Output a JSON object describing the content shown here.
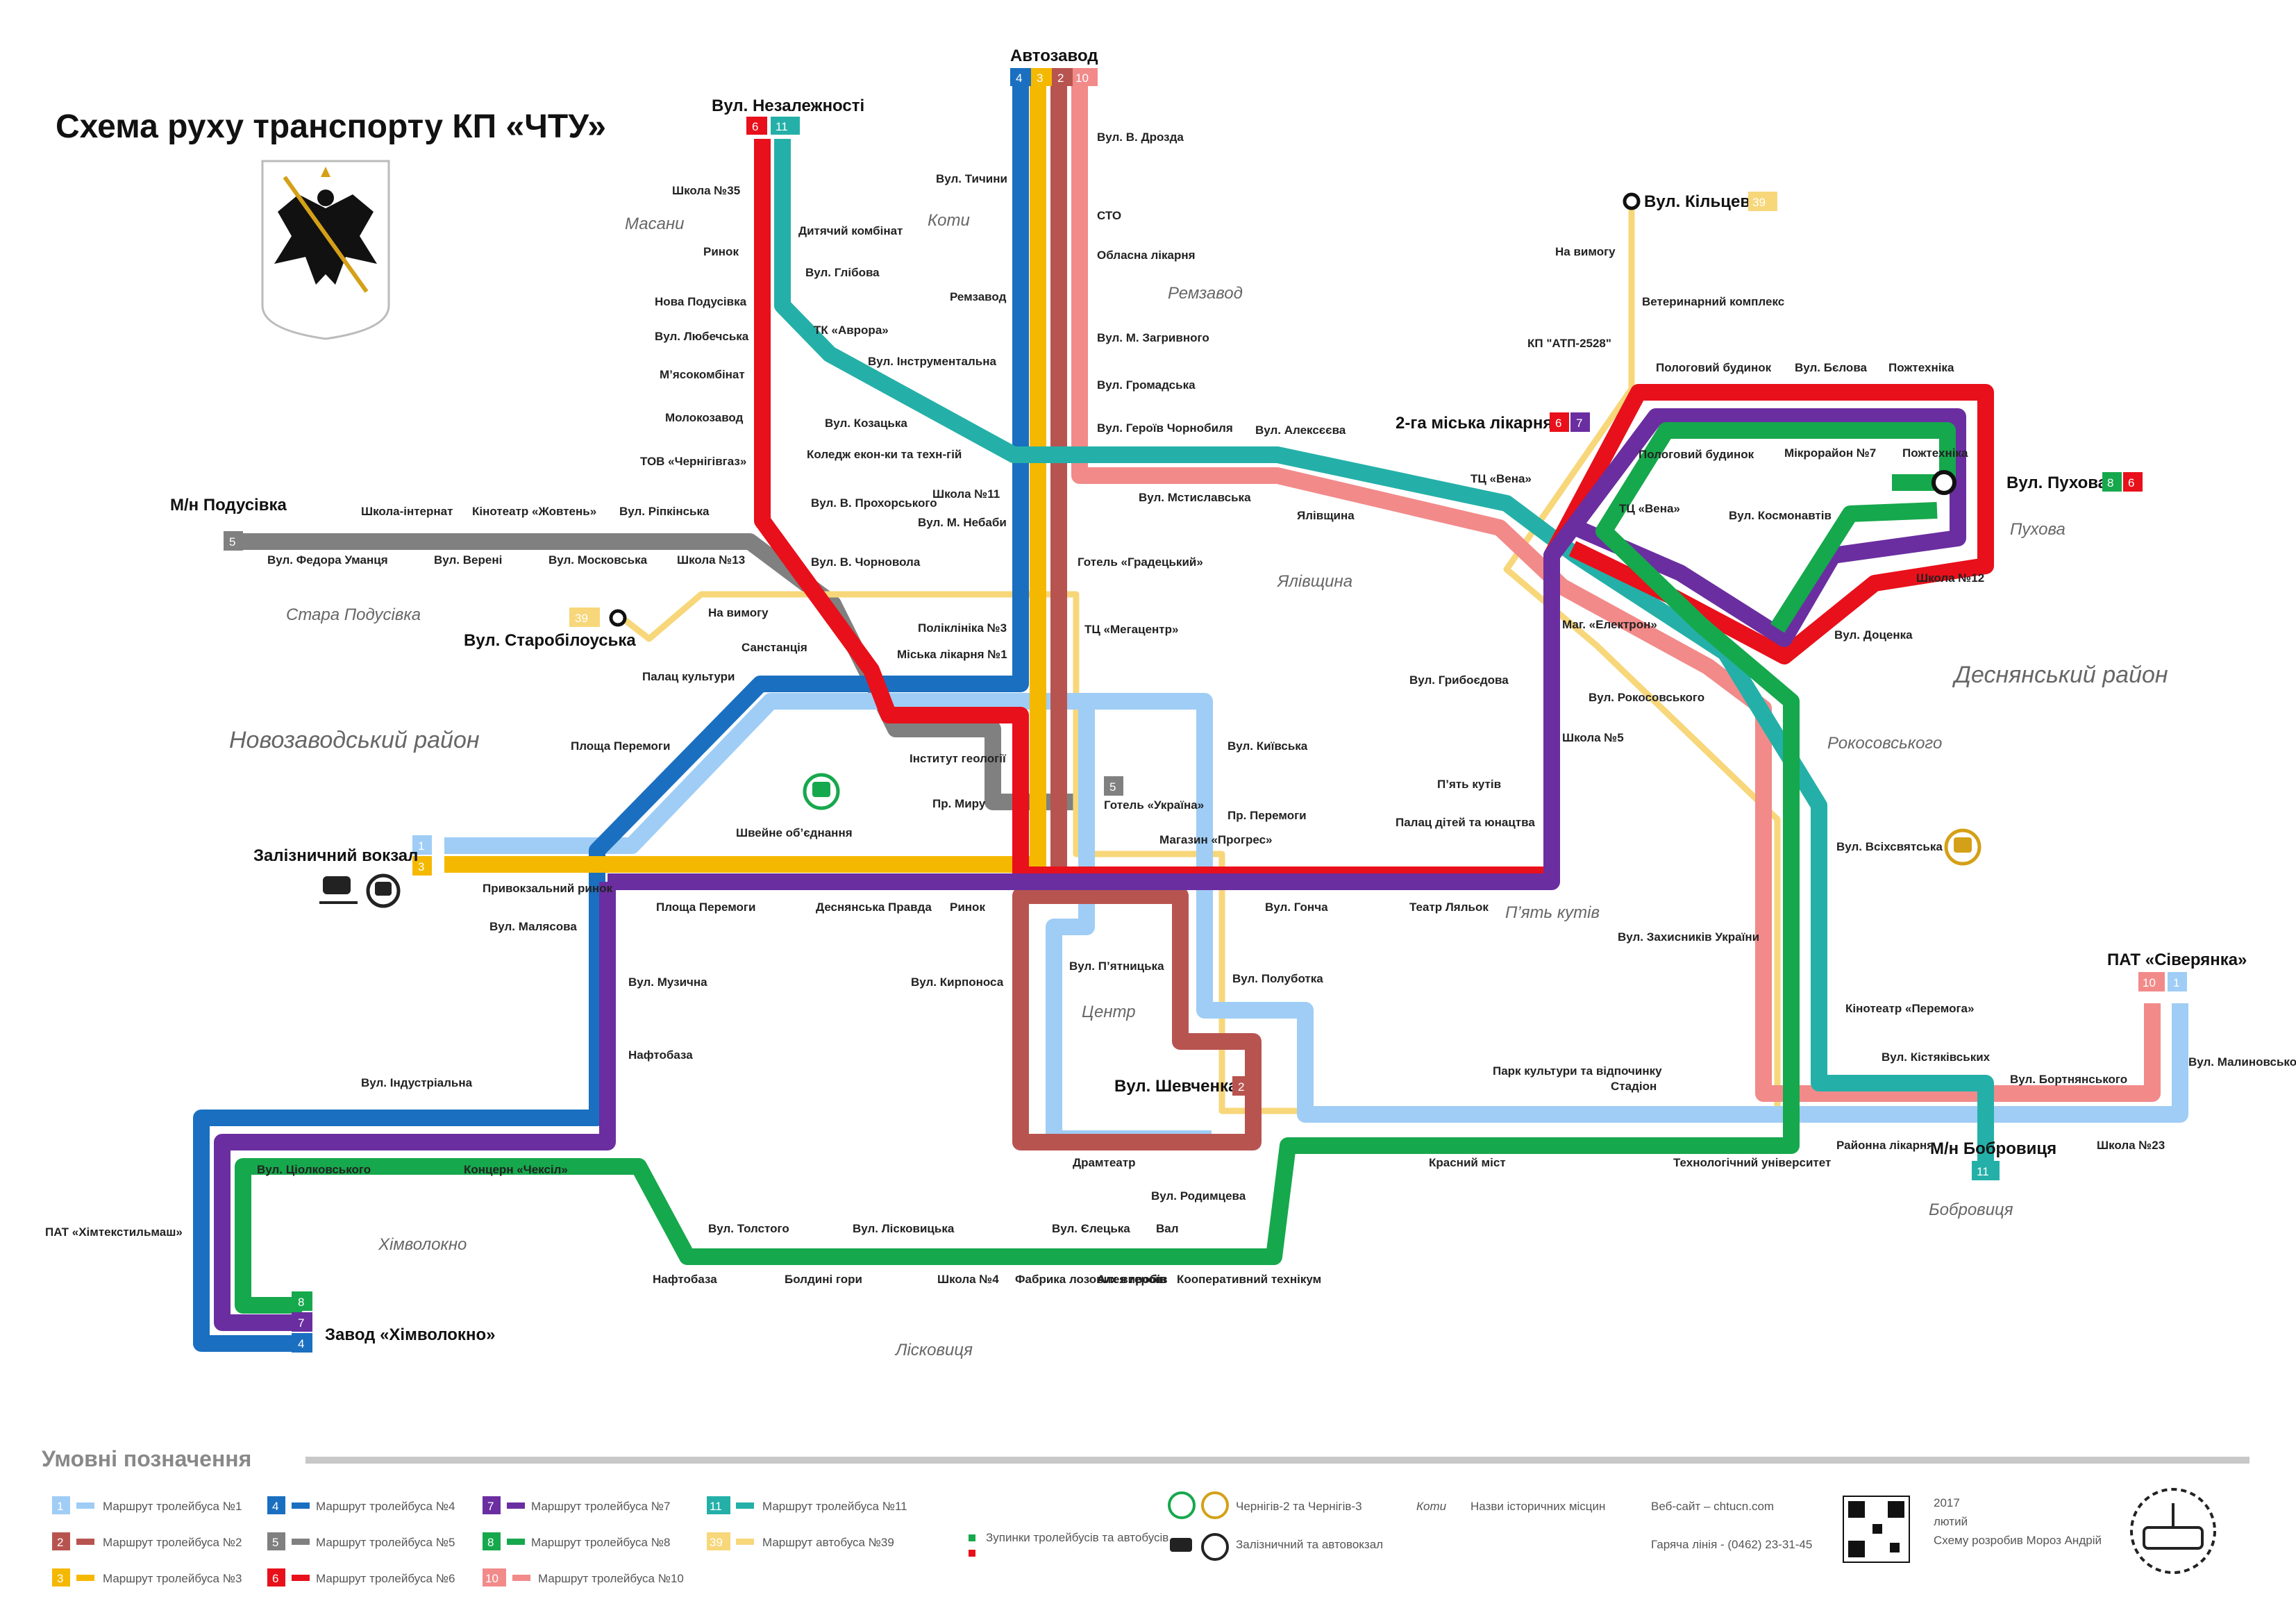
{
  "title": "Схема руху транспорту КП «ЧТУ»",
  "colors": {
    "r1": "#9fcdf5",
    "r2": "#b85450",
    "r3": "#f5b800",
    "r4": "#1a6fc0",
    "r5": "#808080",
    "r6": "#e8101a",
    "r7": "#6a2ea0",
    "r8": "#16a84c",
    "r10": "#f28a8a",
    "r11": "#24b0a8",
    "r39": "#f7d77a"
  },
  "termini": {
    "avtozavod": {
      "name": "Автозавод",
      "routes": [
        "4",
        "3",
        "2",
        "10"
      ]
    },
    "nezalezhnosti": {
      "name": "Вул. Незалежності",
      "routes": [
        "6",
        "11"
      ]
    },
    "kiltseva": {
      "name": "Вул. Кільцева",
      "routes": [
        "39"
      ]
    },
    "puhova": {
      "name": "Вул. Пухова",
      "routes": [
        "8",
        "6"
      ]
    },
    "likarnia2": {
      "name": "2-га міська лікарня",
      "routes": [
        "6",
        "7"
      ]
    },
    "podusivka": {
      "name": "М/н Подусівка",
      "routes": [
        "5"
      ]
    },
    "starobilouska": {
      "name": "Вул. Старобілоуська",
      "routes": [
        "39"
      ]
    },
    "vokzal": {
      "name": "Залізничний вокзал",
      "routes": [
        "1",
        "3"
      ]
    },
    "hotel_ukraina": {
      "name": "Готель «Україна»",
      "routes": [
        "5"
      ]
    },
    "shevchenka": {
      "name": "Вул. Шевченка",
      "routes": [
        "2"
      ]
    },
    "sivernianka": {
      "name": "ПАТ «Сіверянка»",
      "routes": [
        "10",
        "1"
      ]
    },
    "bobrovytsia": {
      "name": "М/н Бобровиця",
      "routes": [
        "11"
      ]
    },
    "khimvolokno": {
      "name": "Завод «Хімволокно»",
      "routes": [
        "8",
        "7",
        "4"
      ]
    }
  },
  "stops": {
    "s001": "Вул. В. Дрозда",
    "s002": "Вул. Тичини",
    "s003": "СТО",
    "s004": "Обласна лікарня",
    "s005": "Ремзавод",
    "s006": "Вул. М. Загривного",
    "s007": "Вул. Громадська",
    "s008": "Вул. Героїв Чорнобиля",
    "s009": "Вул. Алексєєва",
    "s010": "Вул. Мстиславська",
    "s011": "Ялівщина",
    "s012": "ТЦ «Вена»",
    "s013": "Школа №35",
    "s014": "Дитячий комбінат",
    "s015": "Ринок",
    "s016": "Вул. Глібова",
    "s017": "Нова Подусівка",
    "s018": "ТК «Аврора»",
    "s019": "Вул. Любечська",
    "s020": "Вул. Інструментальна",
    "s021": "М’ясокомбінат",
    "s022": "Молокозавод",
    "s023": "Вул. Козацька",
    "s024": "Коледж екон-ки та техн-гій",
    "s025": "ТОВ «Чернігівгаз»",
    "s026": "Вул. В. Прохорського",
    "s027": "Школа №11",
    "s028": "Вул. М. Небаби",
    "s029": "Готель «Градецький»",
    "s030": "Вул. В. Чорновола",
    "s031": "На вимогу",
    "s032": "Поліклініка №3",
    "s033": "ТЦ «Мегацентр»",
    "s034": "Санстанція",
    "s035": "Міська лікарня №1",
    "s036": "Палац культури",
    "s037": "Інститут геології",
    "s038": "Вул. Київська",
    "s039": "Пр. Перемоги",
    "s040": "Пр. Миру",
    "s041": "Площа Перемоги",
    "s042": "Швейне об’єднання",
    "s043": "Магазин «Прогрес»",
    "s044": "Палац дітей та юнацтва",
    "s045": "Привокзальний ринок",
    "s046": "Вул. Малясова",
    "s047": "Площа Перемоги",
    "s048": "Деснянська Правда",
    "s049": "Ринок",
    "s050": "Вул. Гонча",
    "s051": "Театр Ляльок",
    "s052": "Вул. Кирпоноса",
    "s053": "Вул. П’ятницька",
    "s054": "Вул. Полуботка",
    "s055": "Вул. Музична",
    "s056": "Нафтобаза",
    "s057": "Вул. Індустріальна",
    "s058": "Вул. Ціолковського",
    "s059": "Концерн «Чексіл»",
    "s060": "ПАТ «Хімтекстильмаш»",
    "s061": "Драмтеатр",
    "s062": "Вул. Родимцева",
    "s063": "Вул. Толстого",
    "s064": "Вул. Лісковицька",
    "s065": "Вул. Єлецька",
    "s066": "Вал",
    "s067": "Нафтобаза",
    "s068": "Болдині гори",
    "s069": "Школа №4",
    "s070": "Фабрика лозових виробів",
    "s071": "Алея героїв",
    "s072": "Кооперативний технікум",
    "s073": "Парк культури та відпочинку",
    "s074": "Стадіон",
    "s075": "Красний міст",
    "s076": "Технологічний університет",
    "s077": "Районна лікарня",
    "s078": "Школа №23",
    "s079": "Вул. Малиновського",
    "s080": "Вул. Бортнянського",
    "s081": "Вул. Кістяківських",
    "s082": "Кінотеатр «Перемога»",
    "s083": "Вул. Захисників України",
    "s084": "Вул. Всіхсвятська",
    "s085": "Вул. Рокосовського",
    "s086": "Маг. «Електрон»",
    "s087": "Вул. Грибоєдова",
    "s088": "Школа №5",
    "s089": "П’ять кутів",
    "s090": "Вул. Доценка",
    "s091": "Школа №12",
    "s092": "Вул. Космонавтів",
    "s093": "ТЦ «Вена»",
    "s094": "Пологовий будинок",
    "s095": "Мікрорайон №7",
    "s096": "Пожтехніка",
    "s097": "Пологовий будинок",
    "s098": "Вул. Бєлова",
    "s099": "Пожтехніка",
    "s100": "Вул. Федора Уманця",
    "s101": "Школа-інтернат",
    "s102": "Вул. Верені",
    "s103": "Кінотеатр «Жовтень»",
    "s104": "Вул. Московська",
    "s105": "Вул. Ріпкінська",
    "s106": "Школа №13",
    "s107": "На вимогу",
    "s108": "Ветеринарний комплекс",
    "s109": "КП \"АТП-2528\""
  },
  "districts": {
    "masany": "Масани",
    "koty": "Коти",
    "remzavod": "Ремзавод",
    "yalivshchyna": "Ялівщина",
    "stara_podusivka": "Стара Подусівка",
    "novozavodskyi": "Новозаводський район",
    "desnianskyi": "Деснянський район",
    "puhova": "Пухова",
    "rokosovskoho": "Рокосовського",
    "piat_kutiv": "П’ять кутів",
    "tsentr": "Центр",
    "khimvolokno": "Хімволокно",
    "liskovytsia": "Лісковиця",
    "bobrovytsia": "Бобровиця"
  },
  "icons": {
    "bus": "bus-station-icon",
    "train": "train-icon",
    "logo": "chtu-logo-icon",
    "qr": "qr-code-icon"
  },
  "legend": {
    "title": "Умовні позначення",
    "routes": [
      {
        "num": "1",
        "label": "Маршрут тролейбуса №1",
        "color": "#9fcdf5"
      },
      {
        "num": "2",
        "label": "Маршрут тролейбуса №2",
        "color": "#b85450"
      },
      {
        "num": "3",
        "label": "Маршрут тролейбуса №3",
        "color": "#f5b800"
      },
      {
        "num": "4",
        "label": "Маршрут тролейбуса №4",
        "color": "#1a6fc0"
      },
      {
        "num": "5",
        "label": "Маршрут тролейбуса №5",
        "color": "#808080"
      },
      {
        "num": "6",
        "label": "Маршрут тролейбуса №6",
        "color": "#e8101a"
      },
      {
        "num": "7",
        "label": "Маршрут тролейбуса №7",
        "color": "#6a2ea0"
      },
      {
        "num": "8",
        "label": "Маршрут тролейбуса №8",
        "color": "#16a84c"
      },
      {
        "num": "10",
        "label": "Маршрут тролейбуса №10",
        "color": "#f28a8a"
      },
      {
        "num": "11",
        "label": "Маршрут тролейбуса №11",
        "color": "#24b0a8"
      },
      {
        "num": "39",
        "label": "Маршрут автобуса №39",
        "color": "#f7d77a"
      }
    ],
    "stops_label": "Зупинки тролейбусів та автобусів",
    "bus_stations": "Чернігів-2 та Чернігів-3",
    "rail": "Залізничний та автовокзал",
    "koty_sample": "Коти",
    "historic": "Назви історичних місцин",
    "website": "Веб-сайт – chtucn.com",
    "hotline": "Гаряча лінія - (0462) 23-31-45",
    "year": "2017",
    "month": "лютий",
    "author": "Схему розробив Мороз Андрій"
  }
}
